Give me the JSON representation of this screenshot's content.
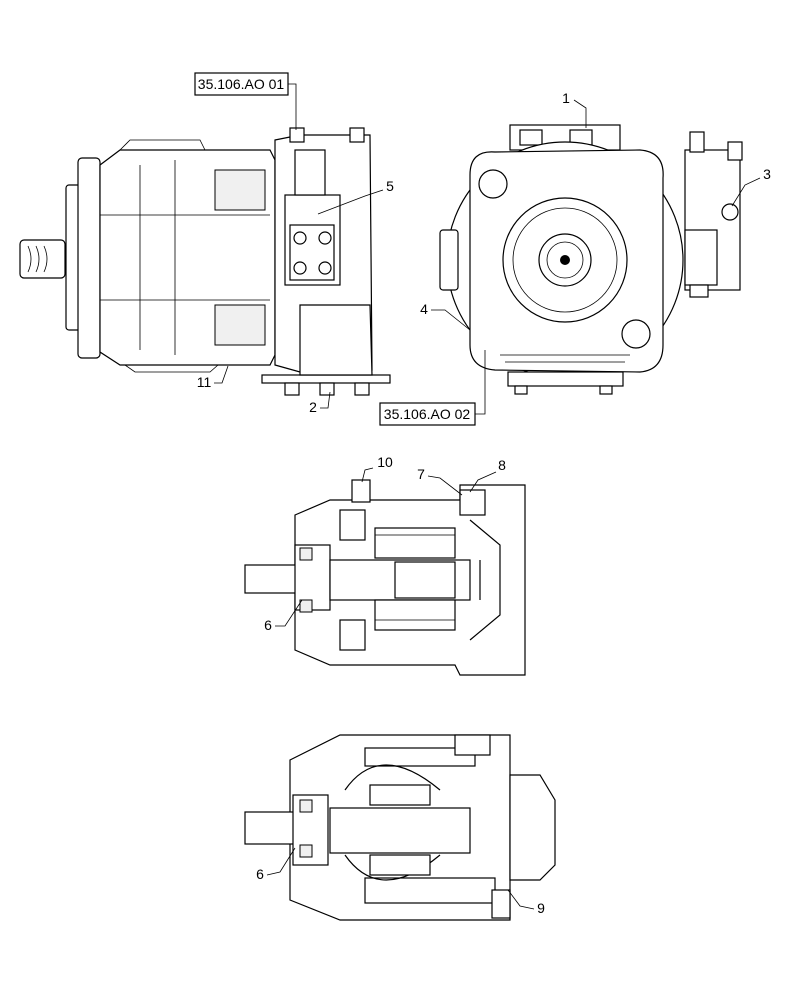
{
  "references": {
    "ref_top": "35.106.AO 01",
    "ref_bottom": "35.106.AO 02"
  },
  "callouts": {
    "c1": "1",
    "c2": "2",
    "c3": "3",
    "c4": "4",
    "c5": "5",
    "c6a": "6",
    "c6b": "6",
    "c7": "7",
    "c8": "8",
    "c9": "9",
    "c10": "10",
    "c11": "11"
  }
}
